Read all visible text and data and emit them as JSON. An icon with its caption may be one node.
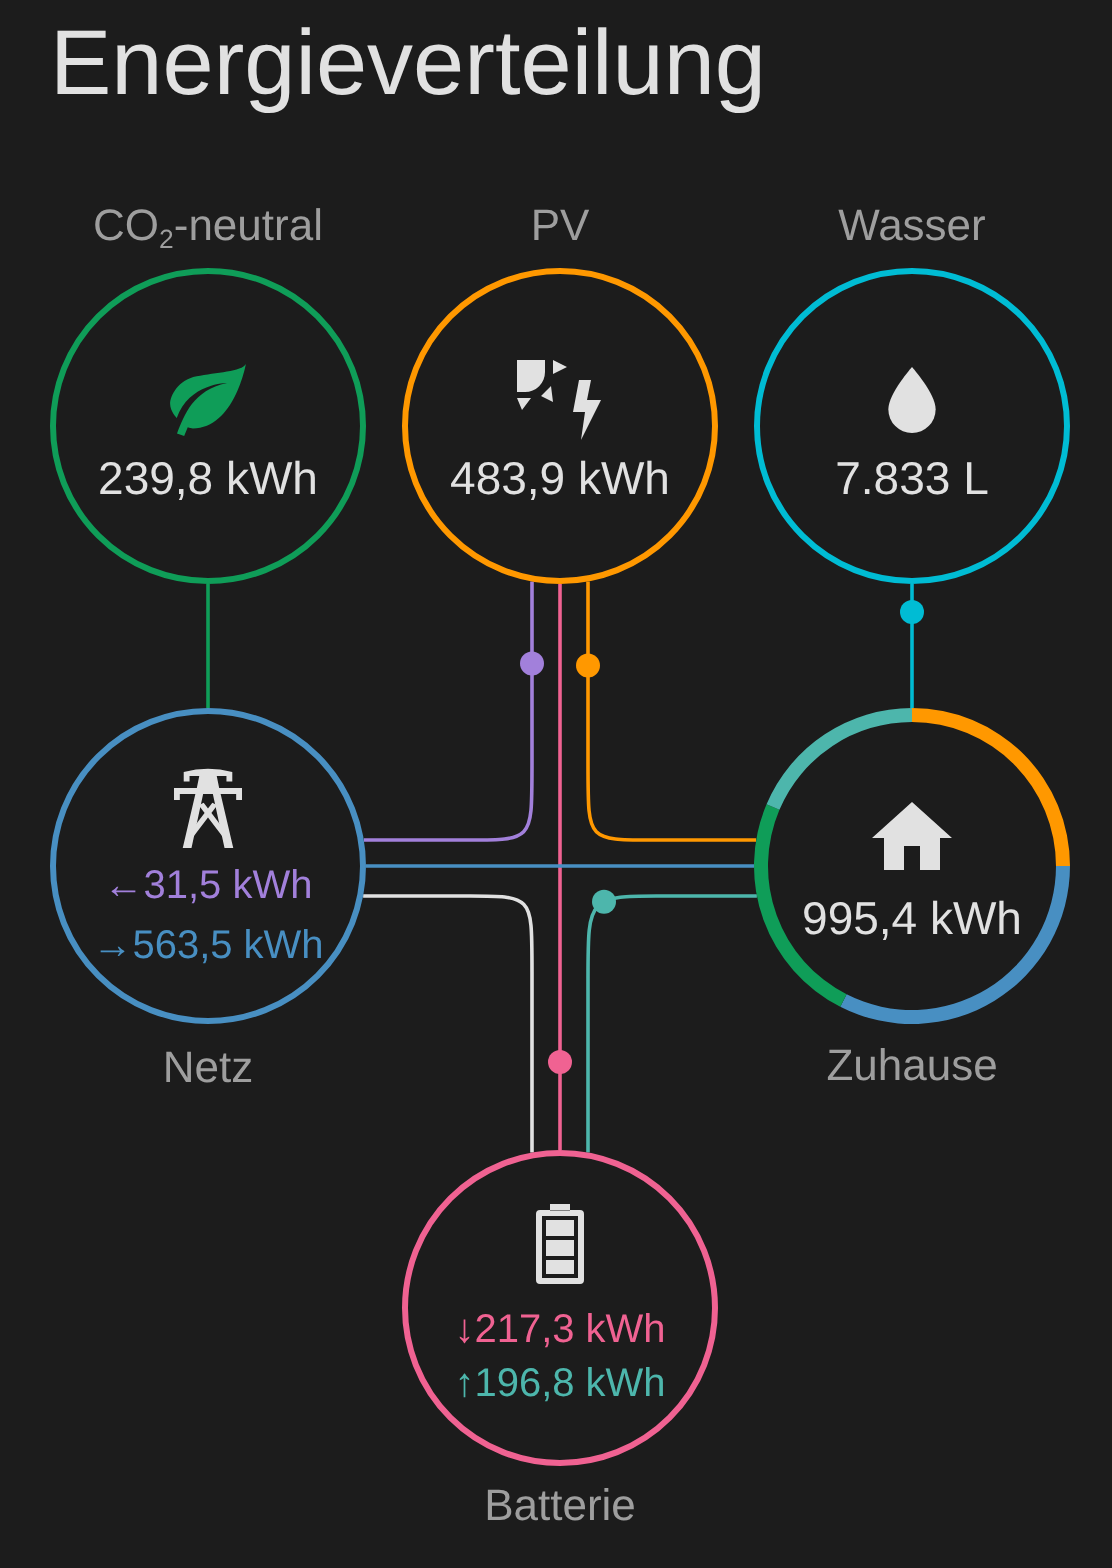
{
  "diagram": {
    "title": "Energieverteilung",
    "nodes": [
      {
        "text": [
          "CO$_{2}$-neutral",
          "239,8 kWh"
        ]
      },
      {
        "text": [
          "PV",
          "483,9 kWh"
        ]
      },
      {
        "text": [
          "Wasser",
          "7.833 L"
        ]
      },
      {
        "text": [
          "←31,5 kWh",
          "→563,5 kWh",
          "Netz"
        ]
      },
      {
        "text": [
          "995,4 kWh",
          "Zuhause"
        ]
      },
      {
        "text": [
          "↓217,3 kWh",
          "↑196,8 kWh",
          "Batterie"
        ]
      }
    ],
    "edges": [
      {
        "from": 0,
        "to": 3,
        "arrow": "none",
        "color": "#0f9d58"
      },
      {
        "from": 1,
        "to": 3,
        "arrow": "none",
        "color": "#a280db"
      },
      {
        "from": 1,
        "to": 4,
        "arrow": "none",
        "color": "#ff9800"
      },
      {
        "from": 1,
        "to": 5,
        "arrow": "none",
        "color": "#f06292"
      },
      {
        "from": 3,
        "to": 4,
        "arrow": "none",
        "color": "#488fc2"
      },
      {
        "from": 3,
        "to": 5,
        "arrow": "none",
        "color": "#e1e1e1"
      },
      {
        "from": 5,
        "to": 4,
        "arrow": "none",
        "color": "#4db6ac"
      },
      {
        "from": 2,
        "to": 4,
        "arrow": "none",
        "color": "#00bcd4"
      }
    ]
  }
}
